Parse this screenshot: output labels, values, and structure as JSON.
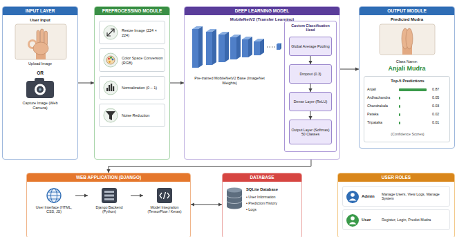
{
  "diagram": {
    "nodes": [
      {
        "text": [
          "INPUT LAYER",
          "User Input",
          "Upload Image",
          "OR",
          "Capture Image (Web Camera)"
        ]
      },
      {
        "text": [
          "PREPROCESSING MODULE"
        ]
      },
      {
        "text": [
          "Resize Image (224 × 224)"
        ],
        "in": 1
      },
      {
        "text": [
          "Color Space Conversion (RGB)"
        ],
        "in": 1
      },
      {
        "text": [
          "Normalization (0 – 1)"
        ],
        "in": 1
      },
      {
        "text": [
          "Noise Reduction"
        ],
        "in": 1
      },
      {
        "text": [
          "DEEP LEARNING MODEL",
          "MobileNetV2 (Transfer Learning)",
          "Pre-trained MobileNetV2 Base (ImageNet Weights)"
        ]
      },
      {
        "text": [
          "Custom Classification Head"
        ],
        "in": 6
      },
      {
        "text": [
          "Global Average Pooling"
        ],
        "in": 7
      },
      {
        "text": [
          "Dropout (0.3)"
        ],
        "in": 7
      },
      {
        "text": [
          "Dense Layer (ReLU)"
        ],
        "in": 7
      },
      {
        "text": [
          "Output Layer (Softmax) 50 Classes"
        ],
        "in": 7
      },
      {
        "text": [
          "OUTPUT MODULE",
          "Predicted Mudra",
          "Class Name:",
          "Anjali Mudra"
        ]
      },
      {
        "text": [
          "Top-5 Predictions",
          "Anjali",
          "0.87",
          "Ardhachandra",
          "0.05",
          "Chandrakala",
          "0.03",
          "Pataka",
          "0.02",
          "Tripataka",
          "0.01",
          "(Confidence Scores)"
        ],
        "in": 12
      },
      {
        "text": [
          "WEB APPLICATION (DJANGO)"
        ]
      },
      {
        "text": [
          "User Interface (HTML, CSS, JS)"
        ],
        "in": 14
      },
      {
        "text": [
          "Django Backend (Python)"
        ],
        "in": 14
      },
      {
        "text": [
          "Model Integration (TensorFlow / Keras)"
        ],
        "in": 14
      },
      {
        "text": [
          "DATABASE",
          "SQLite Database",
          "• User Information",
          "• Prediction History",
          "• Logs"
        ]
      },
      {
        "text": [
          "USER ROLES"
        ]
      },
      {
        "text": [
          "Admin",
          "Manage Users, View Logs, Manage System"
        ],
        "in": 19
      },
      {
        "text": [
          "User",
          "Register, Login, Predict Mudra"
        ],
        "in": 19
      }
    ],
    "edges": [
      {
        "from": 0,
        "to": 1,
        "arrow": "to"
      },
      {
        "from": 1,
        "to": 6,
        "arrow": "to"
      },
      {
        "from": 6,
        "to": 12,
        "arrow": "to"
      },
      {
        "from": 8,
        "to": 9,
        "arrow": "to"
      },
      {
        "from": 9,
        "to": 10,
        "arrow": "to"
      },
      {
        "from": 10,
        "to": 11,
        "arrow": "to"
      },
      {
        "from": 6,
        "to": 14,
        "arrow": "to"
      },
      {
        "from": 15,
        "to": 16,
        "arrow": "to"
      },
      {
        "from": 16,
        "to": 17,
        "arrow": "to"
      },
      {
        "from": 14,
        "to": 18,
        "arrow": "both"
      }
    ]
  }
}
